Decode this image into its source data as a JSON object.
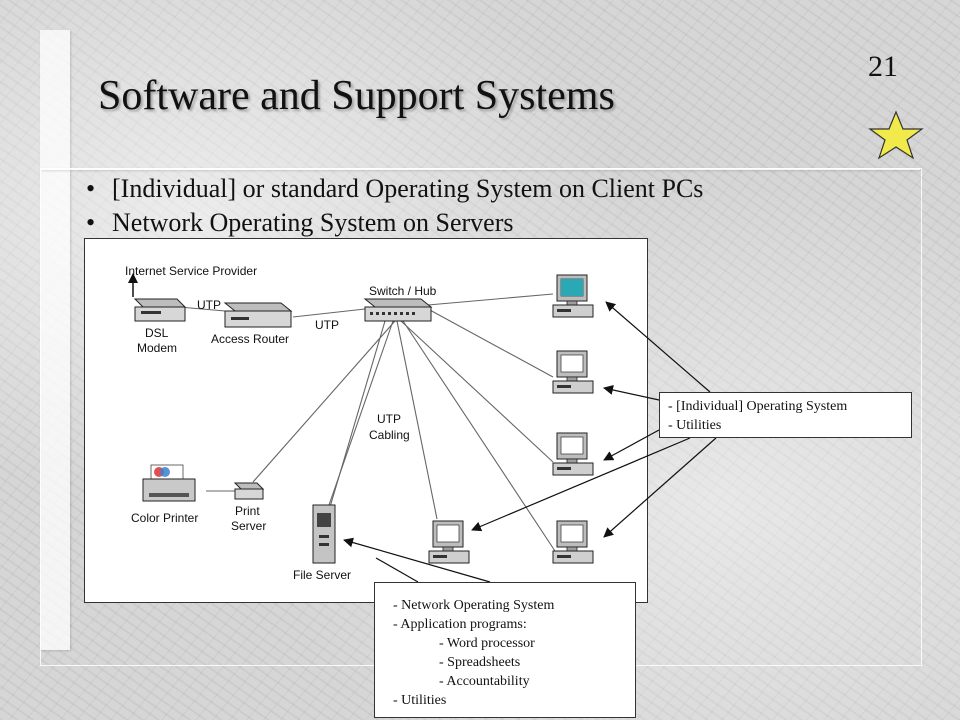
{
  "slide": {
    "page_number": "21",
    "title": "Software and Support Systems",
    "bullets": [
      "[Individual] or standard Operating System on Client PCs",
      "Network Operating System on Servers"
    ]
  },
  "diagram": {
    "labels": {
      "isp": "Internet Service Provider",
      "dsl_modem_1": "DSL",
      "dsl_modem_2": "Modem",
      "access_router": "Access Router",
      "utp_1": "UTP",
      "utp_2": "UTP",
      "switch_hub": "Switch  / Hub",
      "utp_cabling_1": "UTP",
      "utp_cabling_2": "Cabling",
      "color_printer": "Color Printer",
      "print_server_1": "Print",
      "print_server_2": "Server",
      "file_server": "File Server"
    }
  },
  "callouts": {
    "client": {
      "lines": [
        "- [Individual] Operating System",
        "- Utilities"
      ]
    },
    "server": {
      "lines": [
        "- Network Operating System",
        "- Application programs:"
      ],
      "sub_items": [
        "- Word processor",
        "- Spreadsheets",
        "- Accountability"
      ],
      "last": "- Utilities"
    }
  },
  "colors": {
    "star_fill": "#f2ea4a",
    "screen_teal": "#2aa9b4"
  }
}
